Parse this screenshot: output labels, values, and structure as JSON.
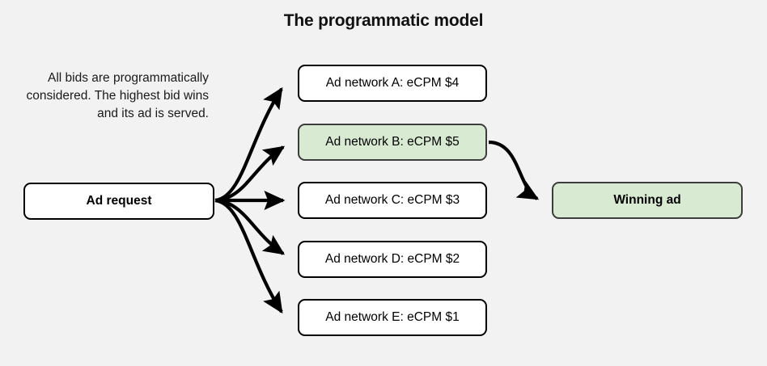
{
  "title": "The programmatic model",
  "caption": "All bids are programmatically considered. The highest bid wins and its ad is served.",
  "colors": {
    "background": "#f2f2f2",
    "node_fill": "#ffffff",
    "highlight_fill": "#d9ead3",
    "stroke": "#000000",
    "text": "#000000"
  },
  "nodes": {
    "request": {
      "label": "Ad request"
    },
    "winner": {
      "label": "Winning ad"
    },
    "networks": [
      {
        "label": "Ad network A: eCPM $4",
        "highlighted": false
      },
      {
        "label": "Ad network B: eCPM $5",
        "highlighted": true
      },
      {
        "label": "Ad network C: eCPM $3",
        "highlighted": false
      },
      {
        "label": "Ad network D: eCPM $2",
        "highlighted": false
      },
      {
        "label": "Ad network E: eCPM $1",
        "highlighted": false
      }
    ]
  },
  "edges": [
    {
      "from": "Ad request",
      "to": "Ad network A: eCPM $4"
    },
    {
      "from": "Ad request",
      "to": "Ad network B: eCPM $5"
    },
    {
      "from": "Ad request",
      "to": "Ad network C: eCPM $3"
    },
    {
      "from": "Ad request",
      "to": "Ad network D: eCPM $2"
    },
    {
      "from": "Ad request",
      "to": "Ad network E: eCPM $1"
    },
    {
      "from": "Ad network B: eCPM $5",
      "to": "Winning ad"
    }
  ]
}
